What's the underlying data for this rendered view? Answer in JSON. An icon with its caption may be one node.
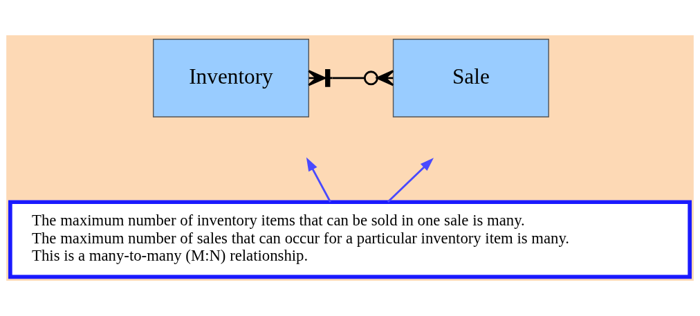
{
  "diagram": {
    "nodes": [
      {
        "text": [
          "Inventory"
        ]
      },
      {
        "text": [
          "Sale"
        ]
      },
      {
        "text": [
          "The maximum number of inventory items that can be sold in one sale is many.",
          "The maximum number of sales that can occur for a particular inventory item is many.",
          "This is a many-to-many (M:N) relationship."
        ]
      }
    ],
    "edges": [
      {
        "from": 0,
        "to": 1,
        "arrow": "other",
        "color": "#000000"
      },
      {
        "from": 2,
        "to": null,
        "arrow": "to",
        "color": "#4a4aff"
      },
      {
        "from": 2,
        "to": null,
        "arrow": "to",
        "color": "#4a4aff"
      }
    ]
  }
}
